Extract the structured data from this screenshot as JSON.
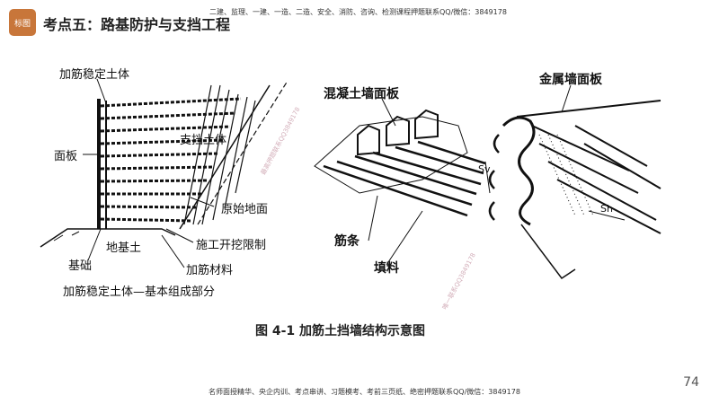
{
  "header": {
    "logo_text": "标图",
    "title": "考点五：路基防护与支挡工程",
    "ad": "二建、监理、一建、一造、二造、安全、消防、咨询、检测课程押题联系QQ/微信：3849178"
  },
  "figure": {
    "caption": "图 4-1  加筋土挡墙结构示意图",
    "left_diagram": {
      "labels": {
        "reinforced_body": "加筋稳定土体",
        "panel": "面板",
        "retained_soil": "支挡土体",
        "original_ground": "原始地面",
        "excavation_limit": "施工开挖限制",
        "reinforcement_material": "加筋材料",
        "foundation_soil": "地基土",
        "base": "基础",
        "subtitle": "加筋稳定土体—基本组成部分"
      }
    },
    "middle_diagram": {
      "labels": {
        "concrete_panel": "混凝土墙面板",
        "strips": "筋条",
        "fill": "填料"
      }
    },
    "right_diagram": {
      "labels": {
        "metal_panel": "金属墙面板",
        "sv": "Sv",
        "sh": "Sh"
      }
    },
    "watermarks": [
      "最高押题联系QQ3849178",
      "唯一联系QQ3849178"
    ]
  },
  "footer": {
    "ad": "名师面授精华、央企内训、考点串讲、习题模考、考前三页纸、绝密押题联系QQ/微信：3849178",
    "page_number": "74"
  }
}
